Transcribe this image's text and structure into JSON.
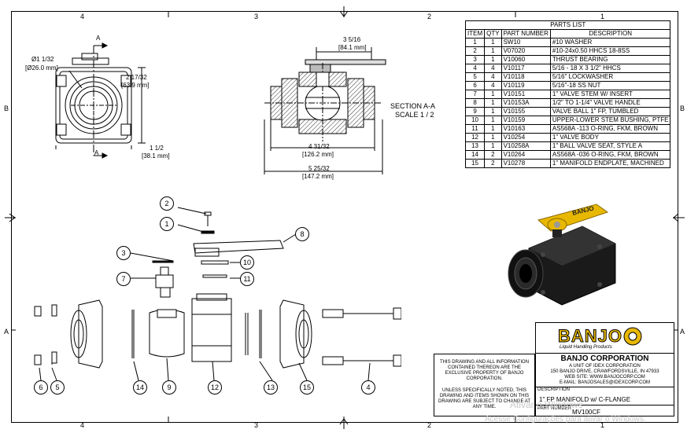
{
  "border": {
    "zones_top": [
      "4",
      "3",
      "2",
      "1"
    ],
    "zones_bottom": [
      "4",
      "3",
      "2",
      "1"
    ],
    "zones_left": [
      "B",
      "A"
    ],
    "zones_right": [
      "B",
      "A"
    ]
  },
  "top_view": {
    "section_marker": "A",
    "dim_bore": "Ø1 1/32",
    "dim_bore_mm": "[Ø26.0 mm]",
    "dim_height": "2 17/32",
    "dim_height_mm": "[63.9 mm]",
    "dim_width": "1 1/2",
    "dim_width_mm": "[38.1 mm]"
  },
  "section_view": {
    "dim_top": "3 5/16",
    "dim_top_mm": "[84.1 mm]",
    "dim_mid": "4 31/32",
    "dim_mid_mm": "[126.2 mm]",
    "dim_overall": "5 25/32",
    "dim_overall_mm": "[147.2 mm]",
    "label": "SECTION A-A",
    "scale": "SCALE 1 / 2"
  },
  "parts_list": {
    "title": "PARTS LIST",
    "headers": [
      "ITEM",
      "QTY",
      "PART NUMBER",
      "DESCRIPTION"
    ],
    "rows": [
      [
        "1",
        "1",
        "SW10",
        "#10 WASHER"
      ],
      [
        "2",
        "1",
        "V07020",
        "#10-24x0.50 HHCS 18-8SS"
      ],
      [
        "3",
        "1",
        "V10060",
        "THRUST BEARING"
      ],
      [
        "4",
        "4",
        "V10117",
        "5/16 - 18 X 3 1/2\" HHCS"
      ],
      [
        "5",
        "4",
        "V10118",
        "5/16\" LOCKWASHER"
      ],
      [
        "6",
        "4",
        "V10119",
        "5/16\"-18 SS NUT"
      ],
      [
        "7",
        "1",
        "V10151",
        "1\" VALVE STEM W/ INSERT"
      ],
      [
        "8",
        "1",
        "V10153A",
        "1/2\" TO 1-1/4\" VALVE HANDLE"
      ],
      [
        "9",
        "1",
        "V10155",
        "VALVE BALL 1\" FP, TUMBLED"
      ],
      [
        "10",
        "1",
        "V10159",
        "UPPER-LOWER STEM BUSHING, PTFE"
      ],
      [
        "11",
        "1",
        "V10163",
        "AS568A -113 O-RING, FKM, BROWN"
      ],
      [
        "12",
        "1",
        "V10254",
        "1\" VALVE BODY"
      ],
      [
        "13",
        "1",
        "V10258A",
        "1\" BALL VALVE SEAT, STYLE A"
      ],
      [
        "14",
        "2",
        "V10264",
        "AS568A -036 O-RING, FKM, BROWN"
      ],
      [
        "15",
        "2",
        "V10278",
        "1\" MANIFOLD ENDPLATE, MACHINED"
      ]
    ]
  },
  "exploded": {
    "balloons": [
      "2",
      "1",
      "8",
      "3",
      "10",
      "7",
      "11",
      "6",
      "5",
      "14",
      "9",
      "12",
      "13",
      "15",
      "4"
    ]
  },
  "title_block": {
    "notice_1": "THIS DRAWING AND ALL INFORMATION CONTAINED THEREON ARE THE EXCLUSIVE PROPERTY OF BANJO CORPORATION.",
    "notice_2": "UNLESS SPECIFICALLY NOTED, THIS DRAWING AND ITEMS SHOWN ON THIS DRAWING ARE SUBJECT TO CHANGE AT ANY TIME.",
    "logo_text": "BANJO",
    "logo_tagline": "Liquid Handling Products",
    "company": "BANJO CORPORATION",
    "address_1": "A UNIT OF IDEX CORPORATION",
    "address_2": "150 BANJO DRIVE, CRAWFORDSVILLE, IN 47933",
    "address_3": "WEB SITE: WWW.BANJOCORP.COM",
    "address_4": "E-MAIL: BANJOSALES@IDEXCORP.COM",
    "desc_label": "DESCRIPTION",
    "description": "1\" FP MANIFOLD w/ C-FLANGE",
    "part_label": "PART NUMBER",
    "part_number": "MV100CF"
  },
  "watermark": {
    "line1": "Ativar o Windows",
    "line2": "Acesse Configurações para ativar o Windows."
  },
  "colors": {
    "handle_yellow": "#e8b800",
    "body_black": "#1a1a1a",
    "line": "#000000"
  }
}
